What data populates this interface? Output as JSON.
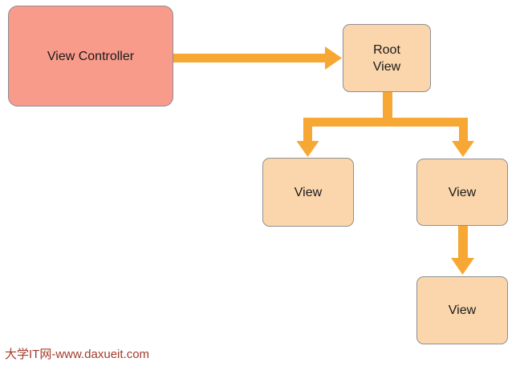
{
  "diagram": {
    "nodes": [
      {
        "id": "view-controller",
        "label": "View Controller"
      },
      {
        "id": "root-view",
        "label": "Root View",
        "label_lines": [
          "Root",
          "View"
        ]
      },
      {
        "id": "view-left",
        "label": "View"
      },
      {
        "id": "view-right",
        "label": "View"
      },
      {
        "id": "view-bottom",
        "label": "View"
      }
    ],
    "edges": [
      {
        "from": "view-controller",
        "to": "root-view"
      },
      {
        "from": "root-view",
        "to": "view-left"
      },
      {
        "from": "root-view",
        "to": "view-right"
      },
      {
        "from": "view-right",
        "to": "view-bottom"
      }
    ]
  },
  "colors": {
    "arrow": "#F7A733",
    "controller_fill": "#F89B8B",
    "view_fill": "#FBD6AC",
    "node_border": "#8F8F8F",
    "label_text": "#1A1A1A",
    "watermark_text": "#A23B2B",
    "background": "#FFFFFF"
  },
  "watermark": {
    "text": "大学IT网-www.daxueit.com"
  }
}
